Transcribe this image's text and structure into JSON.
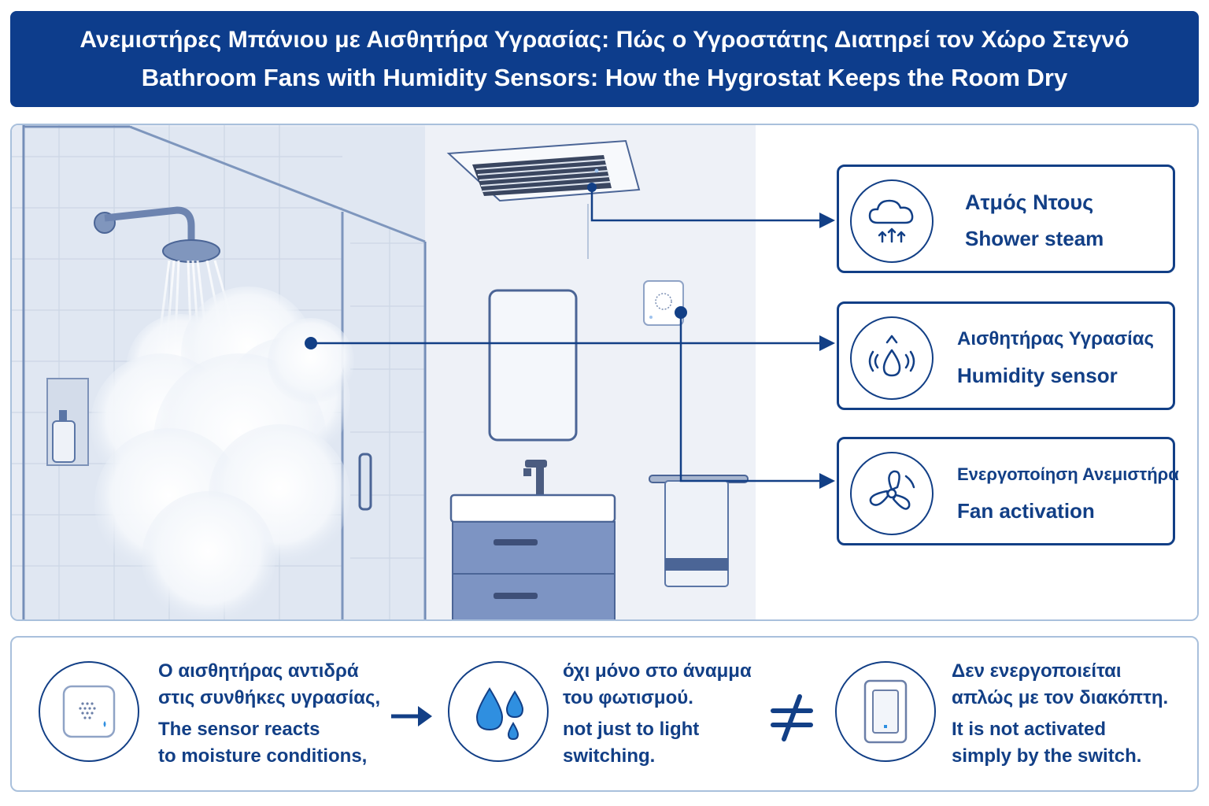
{
  "header": {
    "title_gr": "Ανεμιστήρες Μπάνιου με Αισθητήρα Υγρασίας: Πώς ο Υγροστάτης Διατηρεί τον Χώρο Στεγνό",
    "title_en": "Bathroom Fans with Humidity Sensors: How the Hygrostat Keeps the Room Dry"
  },
  "callouts": [
    {
      "label_gr": "Ατμός Ντους",
      "label_en": "Shower steam",
      "icon": "cloud-steam-icon"
    },
    {
      "label_gr": "Αισθητήρας Υγρασίας",
      "label_en": "Humidity sensor",
      "icon": "humidity-drop-icon"
    },
    {
      "label_gr": "Ενεργοποίηση Ανεμιστήρα",
      "label_en": "Fan activation",
      "icon": "fan-icon"
    }
  ],
  "bottom": {
    "step1": {
      "gr1": "Ο αισθητήρας αντιδρά",
      "gr2": "στις συνθήκες υγρασίας,",
      "en1": "The sensor reacts",
      "en2": "to moisture conditions,"
    },
    "step2": {
      "gr1": "όχι μόνο στο άναμμα",
      "gr2": "του φωτισμού.",
      "en1": "not just to light",
      "en2": "switching."
    },
    "step3": {
      "gr1": "Δεν ενεργοποιείται",
      "gr2": "απλώς με τον διακόπτη.",
      "en1": "It is not activated",
      "en2": "simply by the switch."
    }
  },
  "colors": {
    "navy": "#0d3d8c",
    "accent": "#123f86",
    "drop": "#2f8fe0",
    "steam": "#ffffff",
    "wall": "#dfe6f1"
  }
}
